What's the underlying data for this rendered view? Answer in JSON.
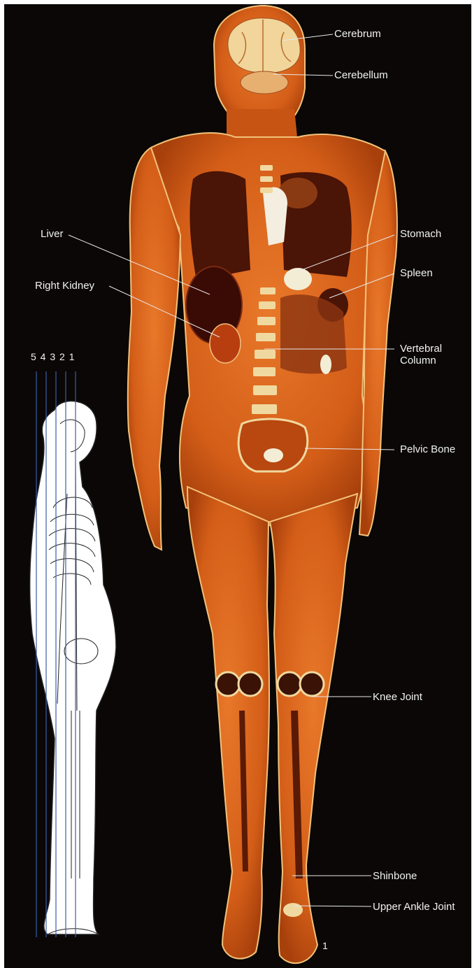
{
  "labels": {
    "cerebrum": "Cerebrum",
    "cerebellum": "Cerebellum",
    "liver": "Liver",
    "right_kidney": "Right Kidney",
    "stomach": "Stomach",
    "spleen": "Spleen",
    "vertebral_column": "Vertebral\nColumn",
    "pelvic_bone": "Pelvic Bone",
    "knee_joint": "Knee Joint",
    "shinbone": "Shinbone",
    "upper_ankle_joint": "Upper Ankle Joint"
  },
  "section_numbers": "5 4 3 2 1",
  "page_number": "1",
  "colors": {
    "background": "#0a0706",
    "tissue": "#d9651c",
    "tissue_dark": "#6b1f08",
    "bone": "#f0d9a0",
    "leader": "#e8e8e8",
    "section_line": "#3a5ea8"
  }
}
